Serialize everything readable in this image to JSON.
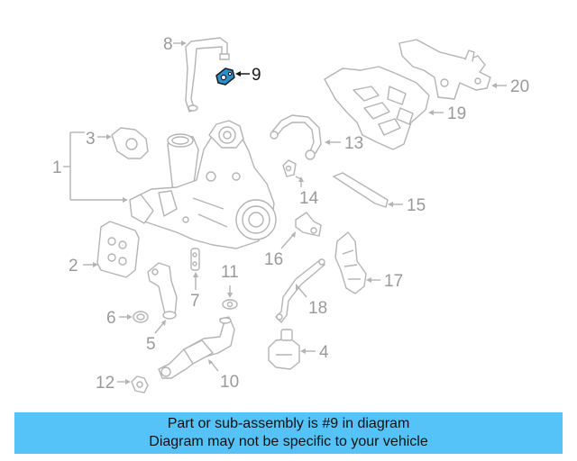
{
  "diagram": {
    "highlighted_part": "9",
    "callouts": [
      {
        "id": "1",
        "label": "1"
      },
      {
        "id": "2",
        "label": "2"
      },
      {
        "id": "3",
        "label": "3"
      },
      {
        "id": "4",
        "label": "4"
      },
      {
        "id": "5",
        "label": "5"
      },
      {
        "id": "6",
        "label": "6"
      },
      {
        "id": "7",
        "label": "7"
      },
      {
        "id": "8",
        "label": "8"
      },
      {
        "id": "9",
        "label": "9"
      },
      {
        "id": "10",
        "label": "10"
      },
      {
        "id": "11",
        "label": "11"
      },
      {
        "id": "12",
        "label": "12"
      },
      {
        "id": "13",
        "label": "13"
      },
      {
        "id": "14",
        "label": "14"
      },
      {
        "id": "15",
        "label": "15"
      },
      {
        "id": "16",
        "label": "16"
      },
      {
        "id": "17",
        "label": "17"
      },
      {
        "id": "18",
        "label": "18"
      },
      {
        "id": "19",
        "label": "19"
      },
      {
        "id": "20",
        "label": "20"
      }
    ]
  },
  "banner": {
    "line1": "Part or sub-assembly is #9 in diagram",
    "line2": "Diagram may not be specific to your vehicle",
    "background": "#55c3f7"
  },
  "colors": {
    "part_stroke": "#b4b4b4",
    "label_gray": "#9a9a9a",
    "highlight": "#1a1a1a",
    "highlight_fill": "#2a8fcf"
  }
}
